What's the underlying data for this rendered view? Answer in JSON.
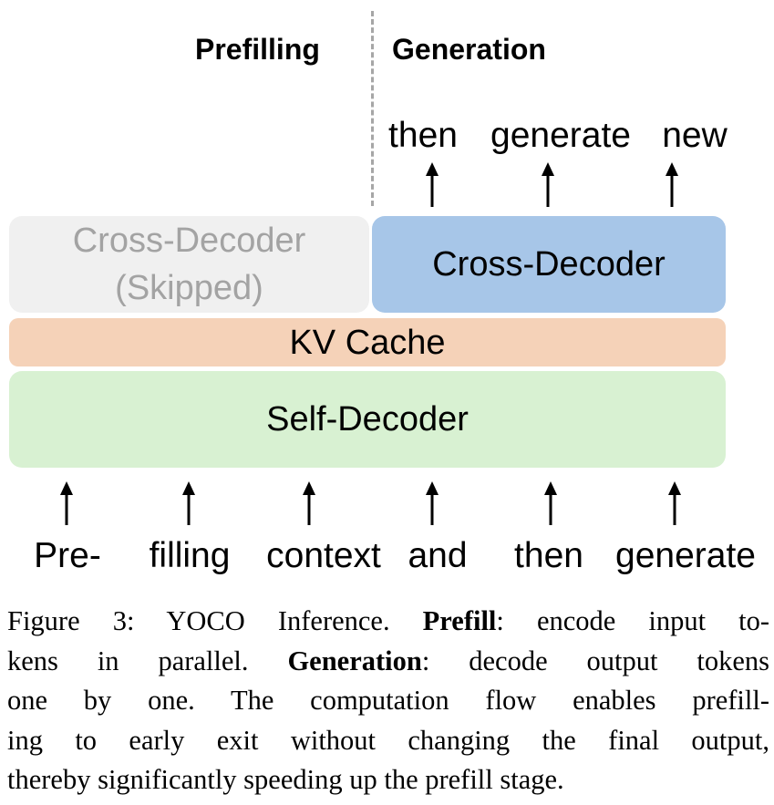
{
  "header": {
    "prefilling_label": "Prefilling",
    "generation_label": "Generation"
  },
  "output_tokens": [
    "then",
    "generate",
    "new"
  ],
  "blocks": {
    "cross_decoder_skipped_line1": "Cross-Decoder",
    "cross_decoder_skipped_line2": "(Skipped)",
    "cross_decoder": "Cross-Decoder",
    "kv_cache": "KV Cache",
    "self_decoder": "Self-Decoder"
  },
  "input_tokens": [
    "Pre-",
    "filling",
    "context",
    "and",
    "then",
    "generate"
  ],
  "colors": {
    "skipped_block": "#f0f0f0",
    "skipped_text": "#a3a3a3",
    "cross_decoder": "#a7c6e8",
    "kv_cache": "#f5d2b8",
    "self_decoder": "#d8f1d2",
    "divider": "#a6a6a6"
  },
  "caption": {
    "figure_label": "Figure 3: YOCO Inference.",
    "prefill_term": "Prefill",
    "prefill_text_1": ": encode input to-",
    "prefill_text_2": "kens in parallel.",
    "generation_term": "Generation",
    "generation_text": ": decode output tokens",
    "line3": "one by one.  The computation flow enables prefill-",
    "line4": "ing to early exit without changing the final output,",
    "line5": "thereby significantly speeding up the prefill stage."
  }
}
